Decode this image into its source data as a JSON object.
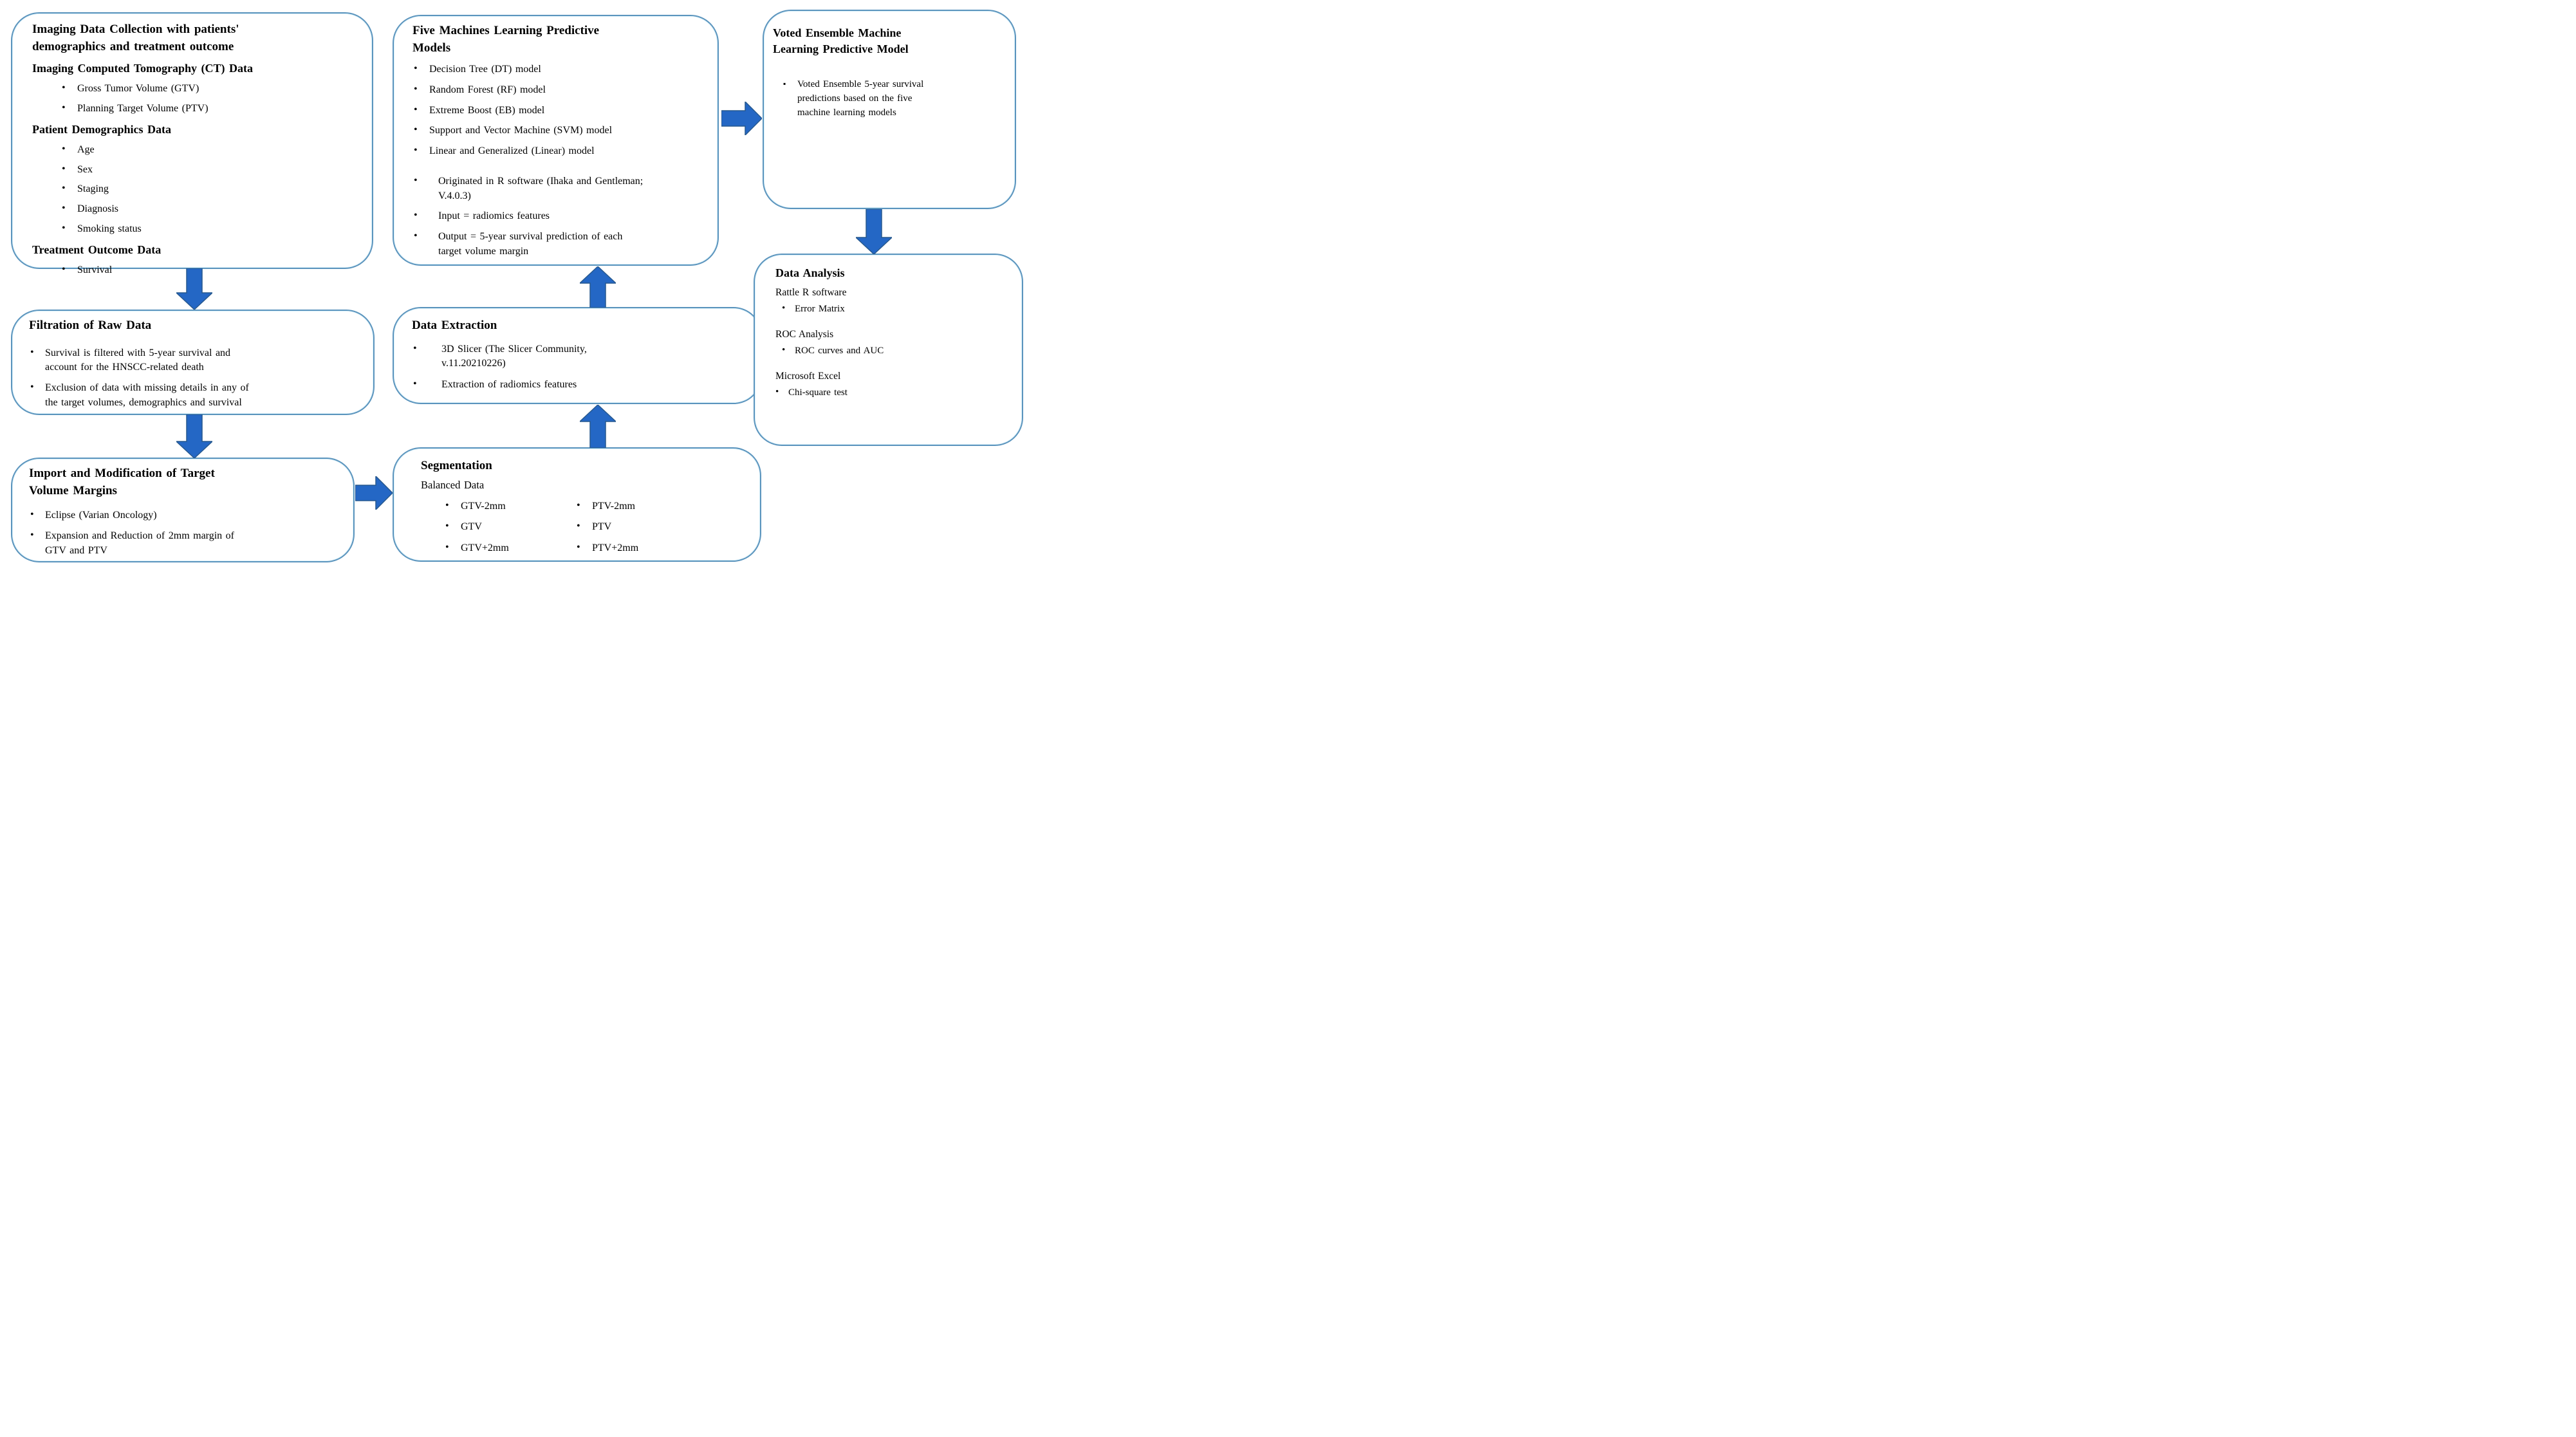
{
  "palette": {
    "box_border": "#5b94bd",
    "arrow_fill": "#2467c5",
    "arrow_stroke": "#27598f",
    "text": "#000000",
    "background": "#ffffff"
  },
  "figure": {
    "boxes": {
      "imaging": {
        "title": "Imaging Data Collection with patients'\ndemographics and treatment outcome",
        "sections": [
          {
            "heading": "Imaging Computed Tomography (CT) Data",
            "bullets": [
              "Gross Tumor Volume (GTV)",
              "Planning Target Volume (PTV)"
            ]
          },
          {
            "heading": "Patient Demographics Data",
            "bullets": [
              "Age",
              "Sex",
              "Staging",
              "Diagnosis",
              "Smoking status"
            ]
          },
          {
            "heading": "Treatment Outcome Data",
            "bullets": [
              "Survival"
            ]
          }
        ]
      },
      "filtration": {
        "title": "Filtration of Raw Data",
        "bullets": [
          "Survival is filtered with 5-year survival and\naccount for the HNSCC-related death",
          "Exclusion of data with missing details in any of\nthe target volumes, demographics and survival"
        ]
      },
      "import_mod": {
        "title": "Import and Modification of Target\nVolume Margins",
        "bullets": [
          "Eclipse (Varian Oncology)",
          "Expansion and Reduction of 2mm margin of\nGTV and PTV"
        ]
      },
      "segmentation": {
        "title": "Segmentation",
        "subtitle": "Balanced Data",
        "left_bullets": [
          "GTV-2mm",
          "GTV",
          "GTV+2mm"
        ],
        "right_bullets": [
          "PTV-2mm",
          "PTV",
          "PTV+2mm"
        ]
      },
      "extraction": {
        "title": "Data Extraction",
        "bullets": [
          "3D Slicer (The Slicer Community,\nv.11.20210226)",
          "Extraction of radiomics features"
        ]
      },
      "five_models": {
        "title": "Five Machines Learning Predictive\nModels",
        "models": [
          "Decision Tree (DT) model",
          "Random Forest (RF) model",
          "Extreme Boost (EB) model",
          "Support and Vector Machine (SVM) model",
          "Linear and Generalized (Linear) model"
        ],
        "details": [
          "Originated in R software (Ihaka and Gentleman;\nV.4.0.3)",
          "Input = radiomics features",
          "Output = 5-year survival prediction of each\ntarget volume margin"
        ]
      },
      "voted": {
        "title": "Voted Ensemble Machine\nLearning Predictive Model",
        "bullets": [
          "Voted Ensemble 5-year survival\npredictions based on the five\nmachine learning models"
        ]
      },
      "analysis": {
        "title": "Data Analysis",
        "groups": [
          {
            "heading": "Rattle R software",
            "bullets": [
              "Error Matrix"
            ]
          },
          {
            "heading": "ROC Analysis",
            "bullets": [
              "ROC curves and AUC"
            ]
          },
          {
            "heading": "Microsoft Excel",
            "bullets": [
              "Chi-square test"
            ]
          }
        ]
      }
    }
  }
}
